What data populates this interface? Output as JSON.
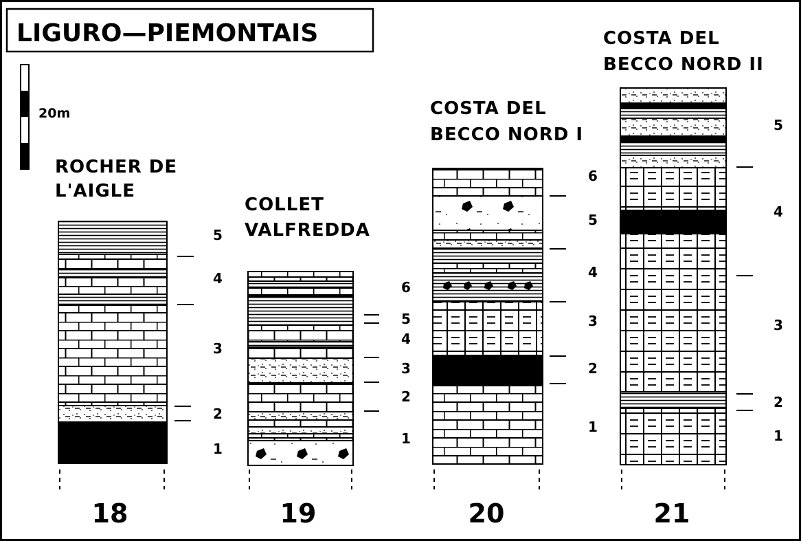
{
  "title": "LIGURO—PIEMONTAIS",
  "scale": {
    "label": "20m"
  },
  "columns": [
    {
      "number": "18",
      "name": [
        "ROCHER DE",
        "L'AIGLE"
      ],
      "units": [
        "5",
        "4",
        "3",
        "2",
        "1"
      ]
    },
    {
      "number": "19",
      "name": [
        "COLLET",
        "VALFREDDA"
      ],
      "units": [
        "6",
        "5",
        "4",
        "3",
        "2",
        "1"
      ]
    },
    {
      "number": "20",
      "name": [
        "COSTA DEL",
        "BECCO NORD I"
      ],
      "units": [
        "6",
        "5",
        "4",
        "3",
        "2",
        "1"
      ]
    },
    {
      "number": "21",
      "name": [
        "COSTA DEL",
        "BECCO NORD II"
      ],
      "units": [
        "5",
        "4",
        "3",
        "2",
        "1"
      ]
    }
  ],
  "lithology_legend_icons": [
    "shale-laminated",
    "limestone-blocks",
    "marly-limestone",
    "sandy-marl",
    "black-shale",
    "breccia-clasts"
  ]
}
